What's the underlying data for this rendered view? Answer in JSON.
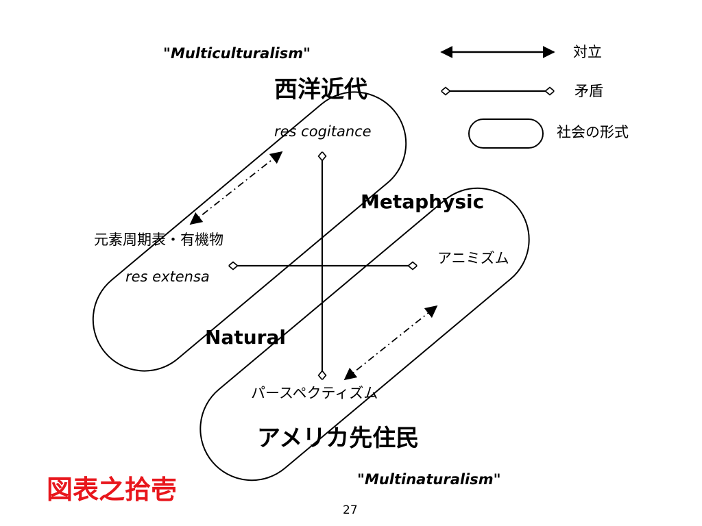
{
  "colors": {
    "ink": "#000000",
    "accent_red": "#e8161c",
    "background": "#ffffff"
  },
  "legend": {
    "opposition": "対立",
    "contradiction": "矛盾",
    "social_form": "社会の形式"
  },
  "labels": {
    "multiculturalism": "\"Multiculturalism\"",
    "multinaturalism": "\"Multinaturalism\"",
    "western_modern": "西洋近代",
    "native_american": "アメリカ先住民",
    "res_cogitance": "res cogitance",
    "res_extensa": "res extensa",
    "periodic_table": "元素周期表・有機物",
    "animism": "アニミズム",
    "perspectivism": "パースペクティズム",
    "metaphysic": "Metaphysic",
    "natural": "Natural",
    "figure_title": "図表之拾壱",
    "page_number": "27"
  }
}
